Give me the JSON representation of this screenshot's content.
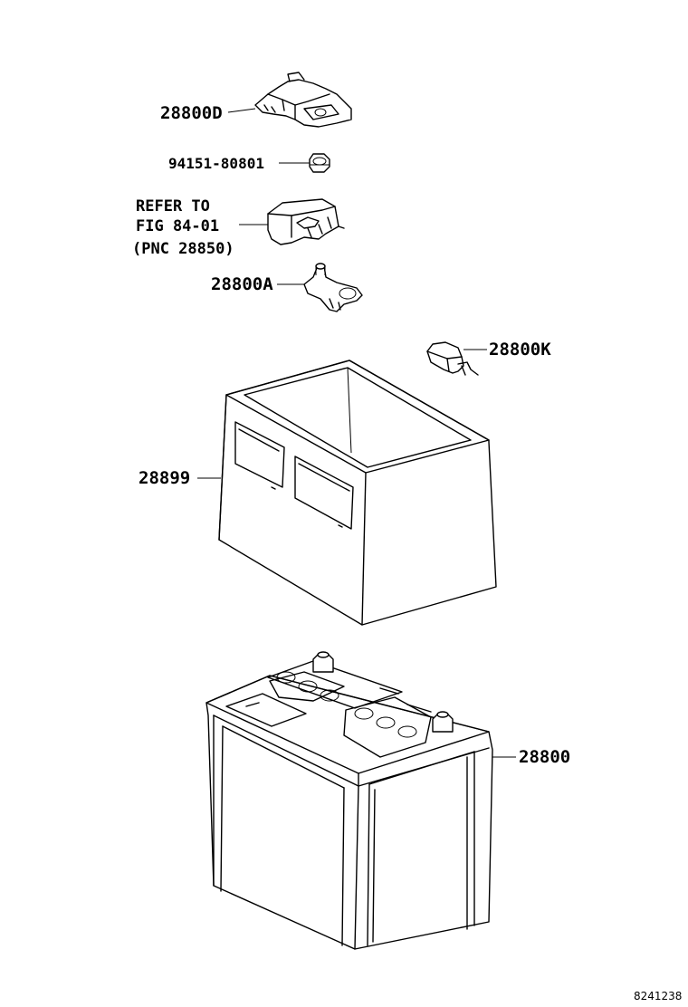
{
  "parts": {
    "p28800d": "28800D",
    "p94151": "94151-80801",
    "refer_line1": "REFER TO",
    "refer_line2": "FIG 84-01",
    "refer_line3": "(PNC 28850)",
    "p28800a": "28800A",
    "p28800k": "28800K",
    "p28899": "28899",
    "p28800": "28800"
  },
  "figure_code": "8241238"
}
